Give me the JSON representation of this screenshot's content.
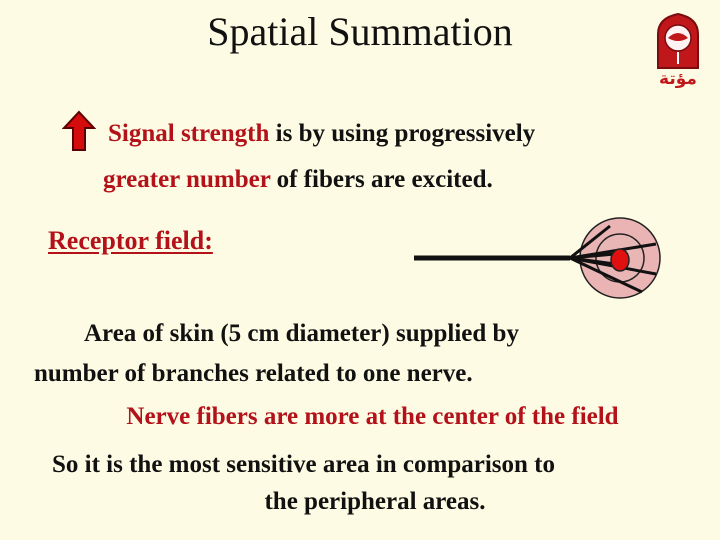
{
  "slide": {
    "title": "Spatial Summation",
    "logo_text": "مؤتة",
    "bullet": {
      "line1_highlight": "Signal strength",
      "line1_rest": " is by using progressively",
      "line2_highlight": "greater number",
      "line2_rest": " of fibers are excited."
    },
    "receptor_heading": "Receptor field:",
    "body": {
      "line3": "Area of skin (5 cm diameter) supplied by",
      "line4": "number of branches related to one nerve.",
      "line5": "Nerve fibers are more at the center of the field",
      "line6": "So it is the most sensitive area in comparison to",
      "line7": "the peripheral areas."
    },
    "colors": {
      "background": "#fdfbe3",
      "accent_red": "#b3121a",
      "field_pink": "#eab4b4",
      "center_red": "#e01010"
    },
    "icons": [
      "up-arrow-icon",
      "university-logo"
    ]
  }
}
